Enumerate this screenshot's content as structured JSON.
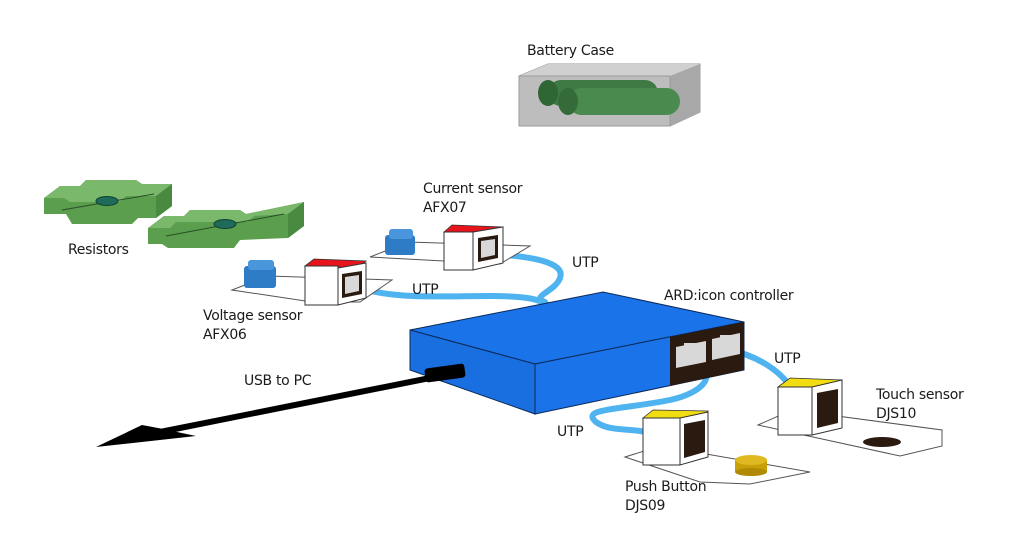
{
  "diagram": {
    "components": {
      "battery_case": {
        "label": "Battery Case"
      },
      "resistors": {
        "label": "Resistors"
      },
      "current_sensor": {
        "label": "Current sensor",
        "model": "AFX07"
      },
      "voltage_sensor": {
        "label": "Voltage sensor",
        "model": "AFX06"
      },
      "controller": {
        "label": "ARD:icon controller"
      },
      "touch_sensor": {
        "label": "Touch sensor",
        "model": "DJS10"
      },
      "push_button": {
        "label": "Push Button",
        "model": "DJS09"
      }
    },
    "connections": [
      {
        "from": "current_sensor",
        "to": "controller",
        "label": "UTP"
      },
      {
        "from": "voltage_sensor",
        "to": "controller",
        "label": "UTP"
      },
      {
        "from": "controller",
        "to": "touch_sensor",
        "label": "UTP"
      },
      {
        "from": "controller",
        "to": "push_button",
        "label": "UTP"
      },
      {
        "from": "controller",
        "to": "pc",
        "label": "USB to PC"
      }
    ],
    "colors": {
      "controller_blue": "#1a73e8",
      "cable_blue": "#4fb3f0",
      "sensor_red": "#e8141c",
      "sensor_yellow": "#f2dc12",
      "resistor_green": "#5a9e4e",
      "battery_green": "#3f7a44",
      "battery_case_gray": "#c4c4c4",
      "terminal_blue": "#2f7cc6",
      "button_gold": "#c9a00a"
    }
  }
}
